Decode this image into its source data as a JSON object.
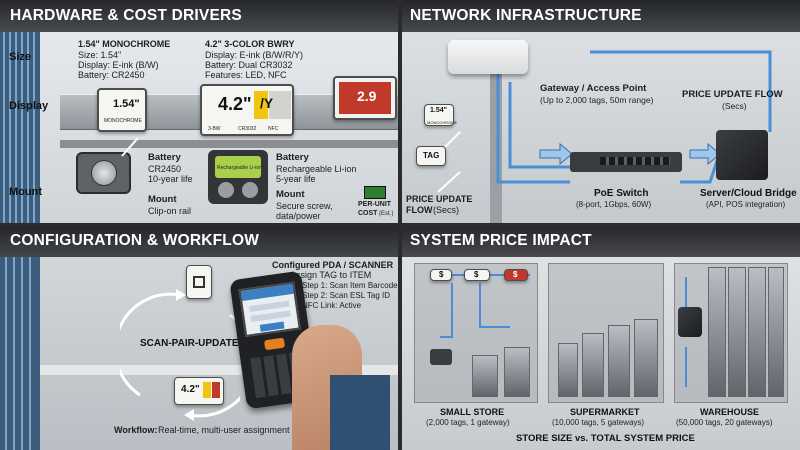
{
  "hardware": {
    "title": "HARDWARE & COST DRIVERS",
    "rows": {
      "size": "Size",
      "display": "Display",
      "mount": "Mount"
    },
    "tag1": {
      "heading": "1.54\" MONOCHROME",
      "size": "Size: 1.54\"",
      "display": "Display: E-ink (B/W)",
      "battery": "Battery: CR2450",
      "screen_big": "1.54\"",
      "screen_small": "MONOCHROME",
      "battery_title": "Battery",
      "battery_line1": "CR2450",
      "battery_line2": "10-year life",
      "mount_title": "Mount",
      "mount_line1": "Clip-on rail"
    },
    "tag2": {
      "heading": "4.2\" 3-COLOR BWRY",
      "display": "Display: E-ink (B/W/R/Y)",
      "battery": "Battery: Dual CR3032",
      "features": "Features: LED, NFC",
      "screen_big": "4.2\"",
      "screen_yellow": "/Y",
      "screen_labels": [
        "3-BW",
        "CR3032",
        "NFC"
      ],
      "pack_label": "Rechargeable Li-ion",
      "battery_title": "Battery",
      "battery_line1": "Rechargeable Li-ion",
      "battery_line2": "5-year life",
      "mount_title": "Mount",
      "mount_line1": "Secure screw,",
      "mount_line2": "data/power"
    },
    "tag3": {
      "screen_big": "2.9"
    },
    "cost": {
      "line1": "PER-UNIT",
      "line2": "COST",
      "suffix": "(Est.)"
    }
  },
  "network": {
    "title": "NETWORK INFRASTRUCTURE",
    "gateway": {
      "title": "Gateway / Access Point",
      "sub": "(Up to 2,000 tags, 50m range)"
    },
    "flow_right": {
      "title": "PRICE UPDATE FLOW",
      "sub": "(Secs)"
    },
    "flow_left": {
      "title": "PRICE UPDATE",
      "title2": "FLOW",
      "sub": "(Secs)"
    },
    "mini_tag": {
      "big": "1.54\"",
      "small": "MONOCHROME"
    },
    "tag_label": "TAG",
    "switch": {
      "title": "PoE Switch",
      "sub": "(8-port, 1Gbps, 60W)"
    },
    "server": {
      "title": "Server/Cloud Bridge",
      "sub": "(API, POS integration)"
    }
  },
  "config": {
    "title": "CONFIGURATION & WORKFLOW",
    "pda_title": "Configured PDA / SCANNER",
    "assign": "Assign TAG to ITEM",
    "steps": [
      "Step 1: Scan Item Barcode",
      "Step 2: Scan ESL Tag ID",
      "NFC Link: Active"
    ],
    "loop_label": "SCAN-PAIR-UPDATE",
    "tag_big": "4.2\"",
    "workflow_title": "Workflow:",
    "workflow_text": "Real-time, multi-user assignment"
  },
  "impact": {
    "title": "SYSTEM PRICE IMPACT",
    "small": {
      "title": "SMALL STORE",
      "sub": "(2,000 tags, 1 gateway)"
    },
    "super": {
      "title": "SUPERMARKET",
      "sub": "(10,000 tags, 5 gateways)"
    },
    "warehouse": {
      "title": "WAREHOUSE",
      "sub": "(50,000 tags, 20 gateways)"
    },
    "footer": "STORE SIZE vs. TOTAL SYSTEM PRICE",
    "tag_values": [
      "$",
      "$",
      "$"
    ]
  },
  "colors": {
    "red_screen": "#c0392b",
    "yellow": "#f1c40f",
    "cable_blue": "#4a8fd6",
    "title_bar": "#16181b"
  }
}
